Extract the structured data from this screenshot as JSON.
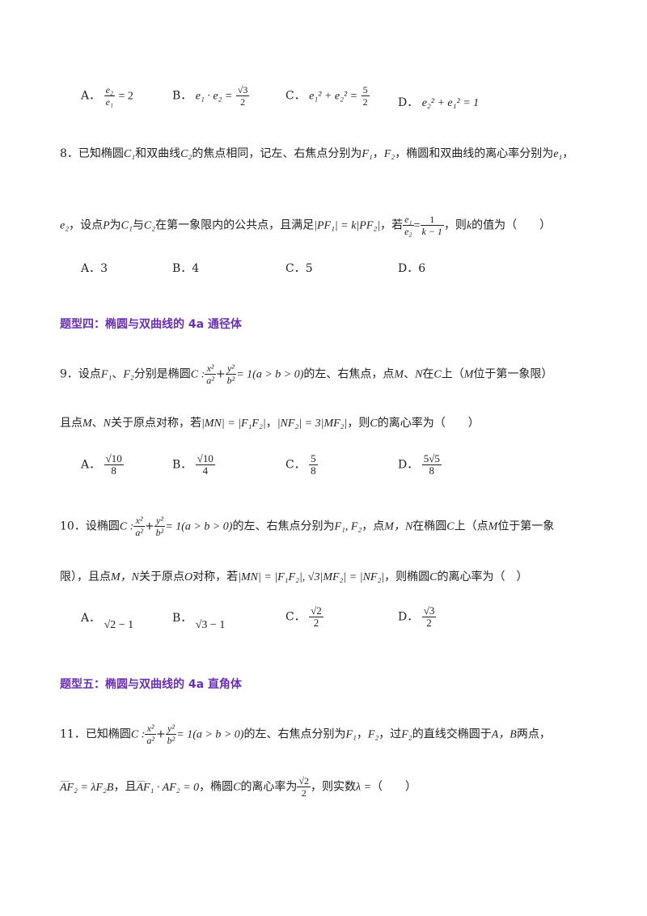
{
  "options_row1": {
    "a_label": "A．",
    "a_expr_num": "e₂",
    "a_expr_den": "e₁",
    "a_expr_rhs": "= 2",
    "b_label": "B．",
    "b_expr": "e₁ · e₂ =",
    "b_num": "√3",
    "b_den": "2",
    "c_label": "C．",
    "c_expr": "e₁² + e₂² =",
    "c_num": "5",
    "c_den": "2",
    "d_label": "D．",
    "d_expr": "e₂² + e₁² = 1"
  },
  "q8": {
    "number": "8．",
    "line1_a": "已知椭圆",
    "line1_c1": "C₁",
    "line1_b": "和双曲线",
    "line1_c2": "C₂",
    "line1_c": "的焦点相同，记左、右焦点分别为",
    "line1_f1": "F₁",
    "line1_f2": "F₂",
    "line1_d": "，椭圆和双曲线的离心率分别为",
    "line1_e1": "e₁",
    "line2_e2": "e₂",
    "line2_a": "，设点",
    "line2_p": "P",
    "line2_b": "为",
    "line2_c1": "C₁",
    "line2_c": "与",
    "line2_c2": "C₂",
    "line2_d": "在第一象限内的公共点，且满足",
    "line2_cond": "|PF₁| = k|PF₂|",
    "line2_e": "，若",
    "line2_fnum": "e₁",
    "line2_fden": "e₂",
    "line2_rnum": "1",
    "line2_rden": "k − 1",
    "line2_f": "，则",
    "line2_k": "k",
    "line2_g": "的值为（　　）",
    "opt_a": "A．3",
    "opt_b": "B．4",
    "opt_c": "C．5",
    "opt_d": "D．6"
  },
  "heading4": "题型四：椭圆与双曲线的 4a 通径体",
  "q9": {
    "number": "9．",
    "line1_a": "设点",
    "line1_f1": "F₁",
    "line1_b": "、",
    "line1_f2": "F₂",
    "line1_c": "分别是椭圆",
    "line1_eq": "C :",
    "line1_d": "= 1(a > b > 0)",
    "line1_e": "的左、右焦点，点",
    "line1_m": "M",
    "line1_f": "、",
    "line1_n": "N",
    "line1_g": "在",
    "line1_cc": "C",
    "line1_h": "上（",
    "line1_m2": "M",
    "line1_i": "位于第一象限）",
    "line2_a": "且点",
    "line2_m": "M",
    "line2_b": "、",
    "line2_n": "N",
    "line2_c": "关于原点对称，若",
    "line2_cond1": "|MN| = |F₁F₂|",
    "line2_cond2": "|NF₂| = 3|MF₂|",
    "line2_d": "，则",
    "line2_cc": "C",
    "line2_e": "的离心率为（　　）",
    "opt_a_label": "A．",
    "opt_a_num": "√10",
    "opt_a_den": "8",
    "opt_b_label": "B．",
    "opt_b_num": "√10",
    "opt_b_den": "4",
    "opt_c_label": "C．",
    "opt_c_num": "5",
    "opt_c_den": "8",
    "opt_d_label": "D．",
    "opt_d_num": "5√5",
    "opt_d_den": "8"
  },
  "q10": {
    "number": "10．",
    "line1_a": "设椭圆",
    "line1_eq": "C :",
    "line1_d": "= 1(a > b > 0)",
    "line1_b": "的左、右焦点分别为",
    "line1_f": "F₁, F₂",
    "line1_c": "，点",
    "line1_mn": "M，N",
    "line1_d2": "在椭圆",
    "line1_cc": "C",
    "line1_e": "上（点",
    "line1_m": "M",
    "line1_f2": "位于第一象",
    "line2_a": "限），且点",
    "line2_mn": "M，N",
    "line2_b": "关于原点",
    "line2_o": "O",
    "line2_c": "对称，若",
    "line2_cond": "|MN| = |F₁F₂|, √3|MF₂| = |NF₂|",
    "line2_d": "，则椭圆",
    "line2_cc": "C",
    "line2_e": "的离心率为（　）",
    "opt_a": "A．",
    "opt_a_val": "√2 − 1",
    "opt_b": "B．",
    "opt_b_val": "√3 − 1",
    "opt_c": "C．",
    "opt_c_num": "√2",
    "opt_c_den": "2",
    "opt_d": "D．",
    "opt_d_num": "√3",
    "opt_d_den": "2"
  },
  "heading5": "题型五：椭圆与双曲线的 4a 直角体",
  "q11": {
    "number": "11．",
    "line1_a": "已知椭圆",
    "line1_eq": "C :",
    "line1_d": "= 1(a > b > 0)",
    "line1_b": "的左、右焦点分别为",
    "line1_f1": "F₁",
    "line1_c": "，",
    "line1_f2": "F₂",
    "line1_d2": "，过",
    "line1_f3": "F₂",
    "line1_e": "的直线交椭圆于",
    "line1_ab": "A，B",
    "line1_f": "两点，",
    "line2_v1": "AF₂ = λF₂B",
    "line2_a": "，且",
    "line2_v2": "AF₁ · AF₂ = 0",
    "line2_b": "，椭圆",
    "line2_cc": "C",
    "line2_c": "的离心率为",
    "line2_num": "√2",
    "line2_den": "2",
    "line2_d": "，则实数",
    "line2_lam": "λ =",
    "line2_e": "（　　）"
  }
}
